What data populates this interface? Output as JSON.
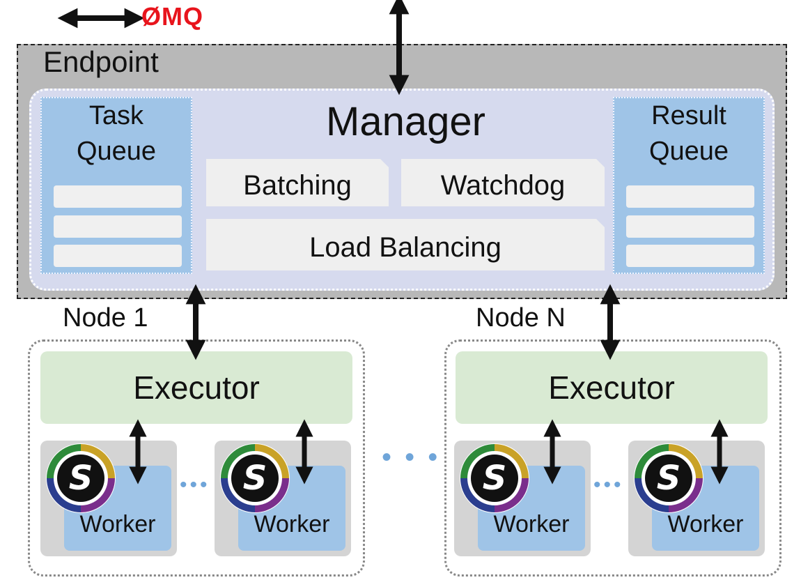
{
  "legend": {
    "protocol_label": "ØMQ",
    "colors": {
      "zmq_red": "#e8141c"
    }
  },
  "endpoint": {
    "label": "Endpoint"
  },
  "manager": {
    "title": "Manager",
    "task_queue": {
      "title_line1": "Task",
      "title_line2": "Queue"
    },
    "result_queue": {
      "title_line1": "Result",
      "title_line2": "Queue"
    },
    "modules": {
      "batching": "Batching",
      "watchdog": "Watchdog",
      "load_balancing": "Load Balancing"
    }
  },
  "nodes": [
    {
      "label": "Node 1",
      "executor": "Executor",
      "workers": [
        "Worker",
        "Worker"
      ],
      "worker_gap": "•••"
    },
    {
      "label": "Node N",
      "executor": "Executor",
      "workers": [
        "Worker",
        "Worker"
      ],
      "worker_gap": "•••"
    }
  ],
  "between_nodes": "• • •",
  "logo_letter": "S",
  "colors": {
    "endpoint_bg": "#b8b8b8",
    "manager_bg": "#d6daee",
    "queue_bg": "#9fc4e7",
    "executor_bg": "#d9ead3",
    "worker_card_bg": "#d4d4d4",
    "worker_bg": "#9fc4e7"
  }
}
